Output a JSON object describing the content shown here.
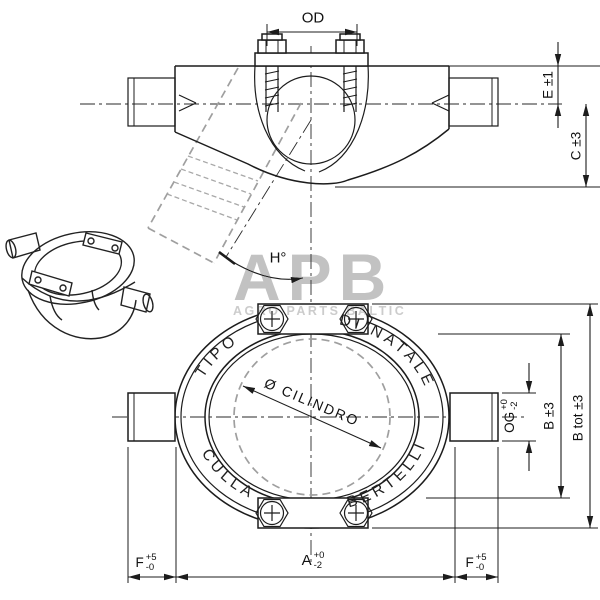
{
  "watermark": {
    "logo": "APB",
    "subtitle": "AGRO PARTS BALTIC"
  },
  "ring": {
    "top_left": "TIPO",
    "top_right": "DI NATALE",
    "bottom_left": "CULLA",
    "bottom_right": "BERTELLI"
  },
  "dims": {
    "od": "OD",
    "e": "E ±1",
    "c": "C ±3",
    "h": "H°",
    "cylinder": "Ø  CILINDRO",
    "og": {
      "label": "OG",
      "tol_top": "+0",
      "tol_bottom": "-2"
    },
    "b": "B ±3",
    "btot": "B tot ±3",
    "a": {
      "label": "A",
      "tol_top": "+0",
      "tol_bottom": "-2"
    },
    "f": {
      "label": "F",
      "tol_top": "+5",
      "tol_bottom": "-0"
    }
  }
}
